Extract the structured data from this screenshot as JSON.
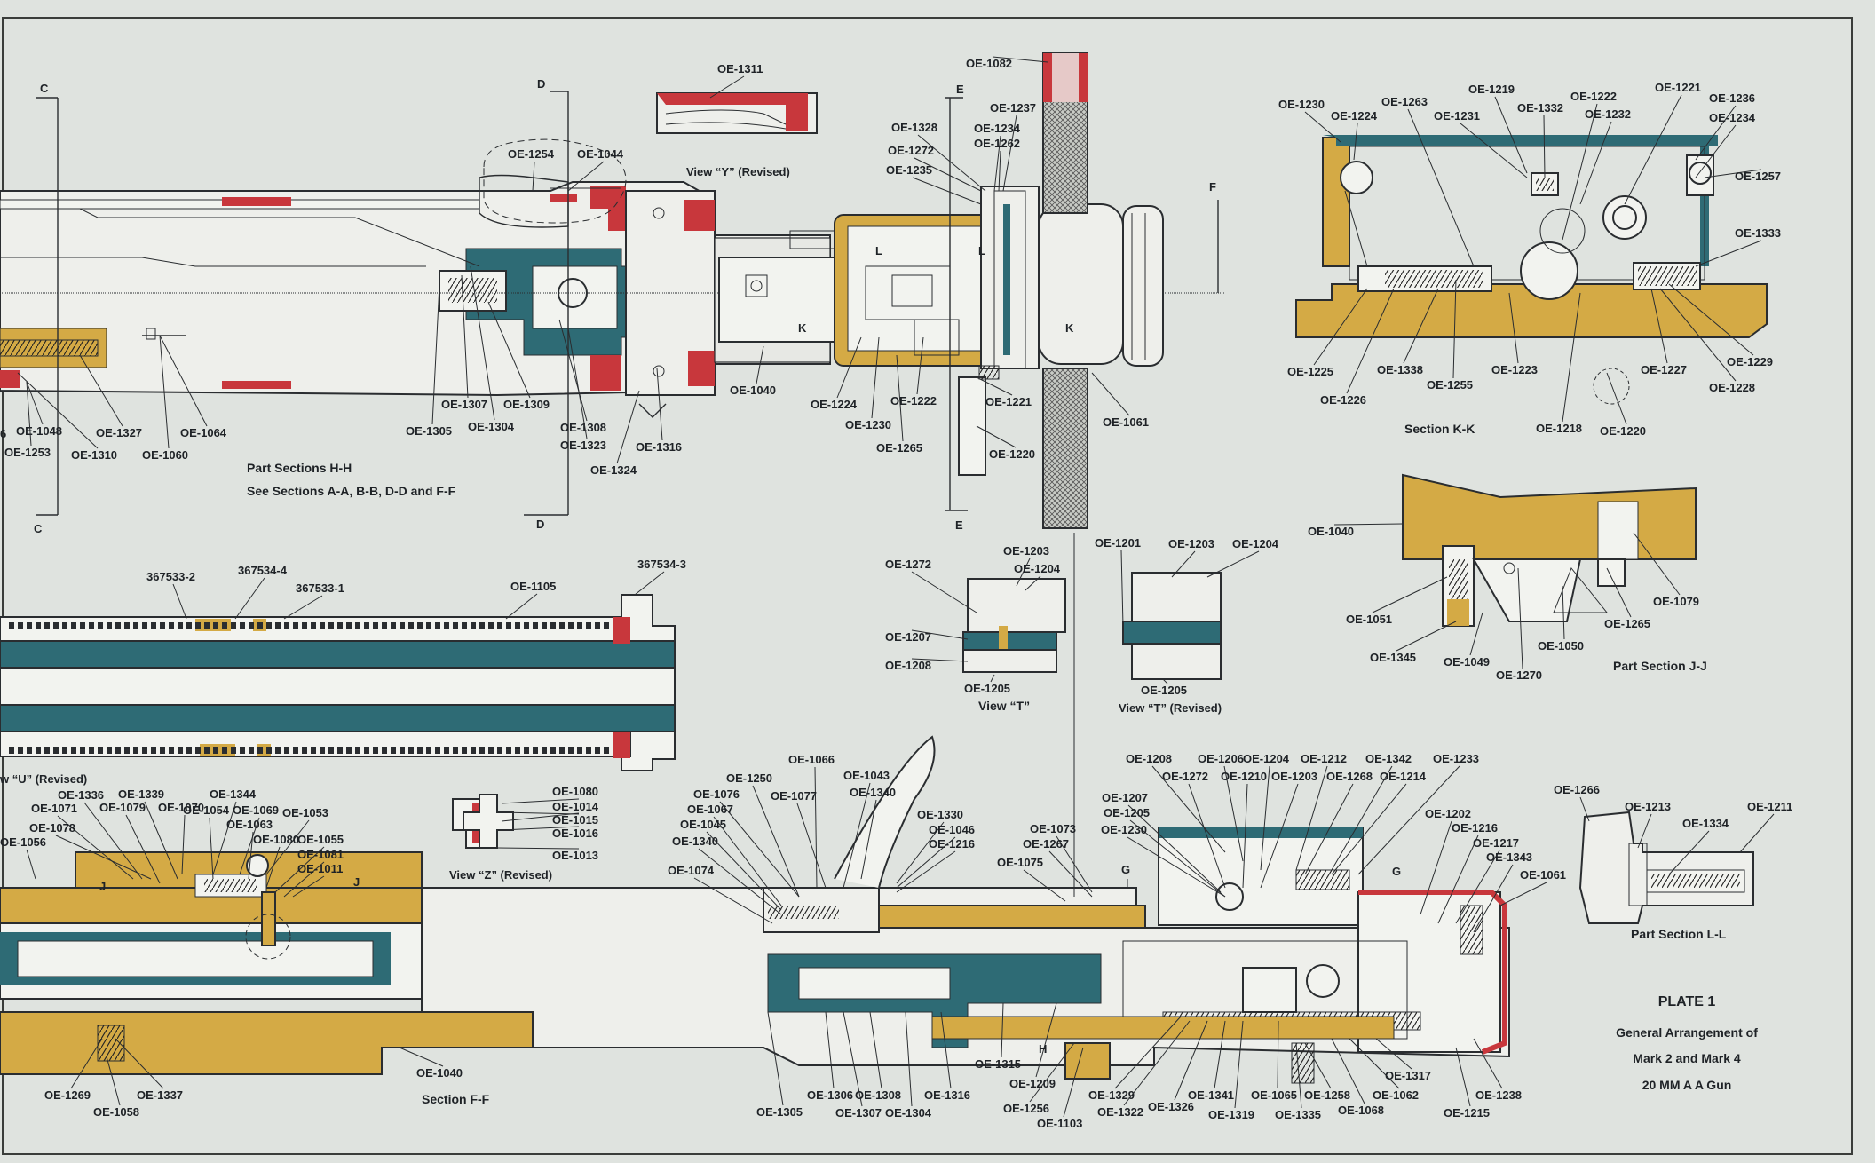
{
  "colors": {
    "paper": "#dfe3df",
    "ink": "#1e2226",
    "teal": "#2e6b75",
    "gold": "#d4aa45",
    "red": "#c8373c",
    "white": "#f2f3ef"
  },
  "plate": {
    "number": "PLATE 1",
    "line1": "General Arrangement of",
    "line2": "Mark 2  and  Mark 4",
    "line3": "20 MM  A A Gun"
  },
  "titles": {
    "hh1": "Part Sections H-H",
    "hh2": "See Sections A-A, B-B, D-D  and F-F",
    "kk": "Section K-K",
    "jj": "Part Section J-J",
    "ll": "Part Section L-L",
    "ff": "Section F-F",
    "viewY": "View “Y” (Revised)",
    "viewT1": "View “T”",
    "viewT2": "View “T” (Revised)",
    "viewU": "w “U” (Revised)",
    "viewZ": "View “Z” (Revised)"
  },
  "section_letters": {
    "c": "C",
    "d": "D",
    "e": "E",
    "f": "F",
    "g": "G",
    "h": "H",
    "j": "J",
    "k": "K",
    "l": "L"
  },
  "labels": {
    "top": [
      "OE-1311",
      "OE-1254",
      "OE-1044",
      "OE-1082",
      "OE-1237",
      "OE-1328",
      "OE-1234",
      "OE-1272",
      "OE-1262",
      "OE-1235",
      "OE-1048",
      "OE-1253",
      "OE-1310",
      "OE-1327",
      "OE-1060",
      "OE-1064",
      "OE-1305",
      "OE-1307",
      "OE-1304",
      "OE-1309",
      "OE-1308",
      "OE-1323",
      "OE-1316",
      "OE-1324",
      "OE-1040",
      "OE-1224",
      "OE-1230",
      "OE-1265",
      "OE-1222",
      "OE-1221",
      "OE-1220",
      "OE-1061"
    ],
    "kk": [
      "OE-1230",
      "OE-1224",
      "OE-1263",
      "OE-1231",
      "OE-1219",
      "OE-1332",
      "OE-1222",
      "OE-1232",
      "OE-1221",
      "OE-1236",
      "OE-1234",
      "OE-1257",
      "OE-1333",
      "OE-1225",
      "OE-1226",
      "OE-1338",
      "OE-1255",
      "OE-1223",
      "OE-1218",
      "OE-1220",
      "OE-1227",
      "OE-1229",
      "OE-1228"
    ],
    "jj": [
      "OE-1040",
      "OE-1051",
      "OE-1345",
      "OE-1049",
      "OE-1270",
      "OE-1050",
      "OE-1265",
      "OE-1079"
    ],
    "barrel": [
      "367533-2",
      "367534-4",
      "367533-1",
      "OE-1105",
      "367534-3"
    ],
    "viewT": [
      "OE-1272",
      "OE-1203",
      "OE-1204",
      "OE-1207",
      "OE-1208",
      "OE-1205",
      "OE-1201",
      "OE-1203",
      "OE-1204",
      "OE-1205"
    ],
    "lowerLeft": [
      "OE-1336",
      "OE-1339",
      "OE-1344",
      "OE-1071",
      "OE-1079",
      "OE-1070",
      "OE-1078",
      "OE-1054",
      "OE-1069",
      "OE-1053",
      "OE-1063",
      "OE-1056",
      "OE-1080",
      "OE-1055",
      "OE-1081",
      "OE-1011",
      "OE-1080",
      "OE-1014",
      "OE-1015",
      "OE-1016",
      "OE-1013",
      "OE-1269",
      "OE-1337",
      "OE-1058",
      "OE-1040"
    ],
    "lowerMid": [
      "OE-1066",
      "OE-1250",
      "OE-1043",
      "OE-1076",
      "OE-1077",
      "OE-1340",
      "OE-1067",
      "OE-1045",
      "OE-1340",
      "OE-1074",
      "OE-1330",
      "OE-1046",
      "OE-1216",
      "OE-1073",
      "OE-1267",
      "OE-1075",
      "OE-1305",
      "OE-1306",
      "OE-1307",
      "OE-1308",
      "OE-1304",
      "OE-1316",
      "OE-1315",
      "OE-1209",
      "OE-1256",
      "OE-1103"
    ],
    "lowerRight": [
      "OE-1208",
      "OE-1206",
      "OE-1204",
      "OE-1212",
      "OE-1342",
      "OE-1233",
      "OE-1272",
      "OE-1210",
      "OE-1203",
      "OE-1268",
      "OE-1214",
      "OE-1207",
      "OE-1205",
      "OE-1230",
      "OE-1202",
      "OE-1216",
      "OE-1217",
      "OE-1343",
      "OE-1061",
      "OE-1329",
      "OE-1322",
      "OE-1326",
      "OE-1341",
      "OE-1319",
      "OE-1065",
      "OE-1335",
      "OE-1258",
      "OE-1068",
      "OE-1062",
      "OE-1317",
      "OE-1238",
      "OE-1215"
    ],
    "ll": [
      "OE-1266",
      "OE-1213",
      "OE-1334",
      "OE-1211"
    ],
    "extra": [
      "6"
    ]
  }
}
